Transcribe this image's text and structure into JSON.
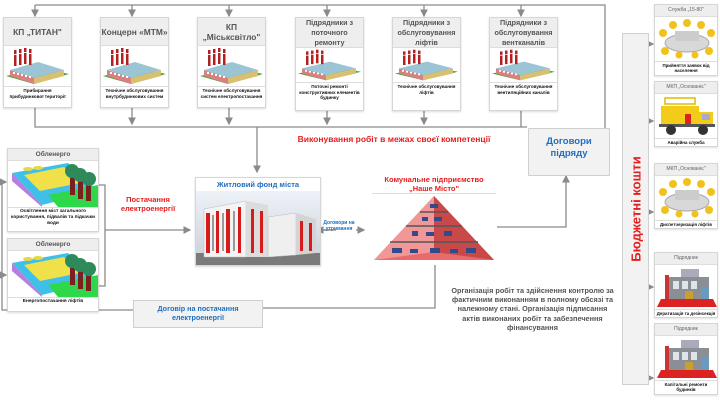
{
  "contractors": [
    {
      "name": "КП „ТИТАН\"",
      "caption": "Прибирання прибудинкової території"
    },
    {
      "name": "Концерн «МТМ»",
      "caption": "Технічне обслуговування внутрбудинкових систем"
    },
    {
      "name": "КП „Міськсвітло\"",
      "caption": "Технічне обслуговування систем електропостачання"
    },
    {
      "name": "Підрядники з поточного ремонту",
      "caption": "Поточні ремонті конструктивних елементів будинку"
    },
    {
      "name": "Підрядники з обслуговування ліфтів",
      "caption": "Технічне обслуговування ліфтів"
    },
    {
      "name": "Підрядники з обслуговування вентканалів",
      "caption": "Технічне обслуговування вентиляційних каналів"
    }
  ],
  "center": {
    "work_label": "Виконування робіт в межах своєї компетенції",
    "contracts_doc": "Договори підряду",
    "housing_title": "Житловий фонд міста",
    "maintenance_label": "Договори на утримання",
    "enterprise_title": "Комунальне підприємство „Наше Місто\"",
    "power_supply_label": "Постачання електроенергії",
    "power_contract_doc": "Договір на постачання електроенергії",
    "description": "Організація робіт та здійснення контролю за фактичним виконанням в полному обсязі та належному стані. Організація підписання актів виконаних робіт та забезпечення фінансування"
  },
  "energy": [
    {
      "name": "Обленерго",
      "caption": "Освітлення міст загального користування, підвалів та підкачки води"
    },
    {
      "name": "Обленерго",
      "caption": "Енергопостачання ліфтів"
    }
  ],
  "budget": {
    "label": "Бюджетні кошти",
    "services": [
      {
        "name": "Служба „15-80\"",
        "caption": "Прийняття заявок від населення",
        "icon": "people-round-table"
      },
      {
        "name": "МКП „Основаніє\"",
        "caption": "Аварійна служба",
        "icon": "service-truck"
      },
      {
        "name": "МКП „Основаніє\"",
        "caption": "Диспетчеризація ліфтів",
        "icon": "people-round-table"
      },
      {
        "name": "Підрядник",
        "caption": "Дератизація та дезінсекція",
        "icon": "factory"
      },
      {
        "name": "Підрядник",
        "caption": "Капітальні ремонти будинків",
        "icon": "factory"
      }
    ]
  },
  "colors": {
    "accent_red": "#e41e1e",
    "accent_blue": "#1f6fc0",
    "line_gray": "#8a8a8a"
  }
}
